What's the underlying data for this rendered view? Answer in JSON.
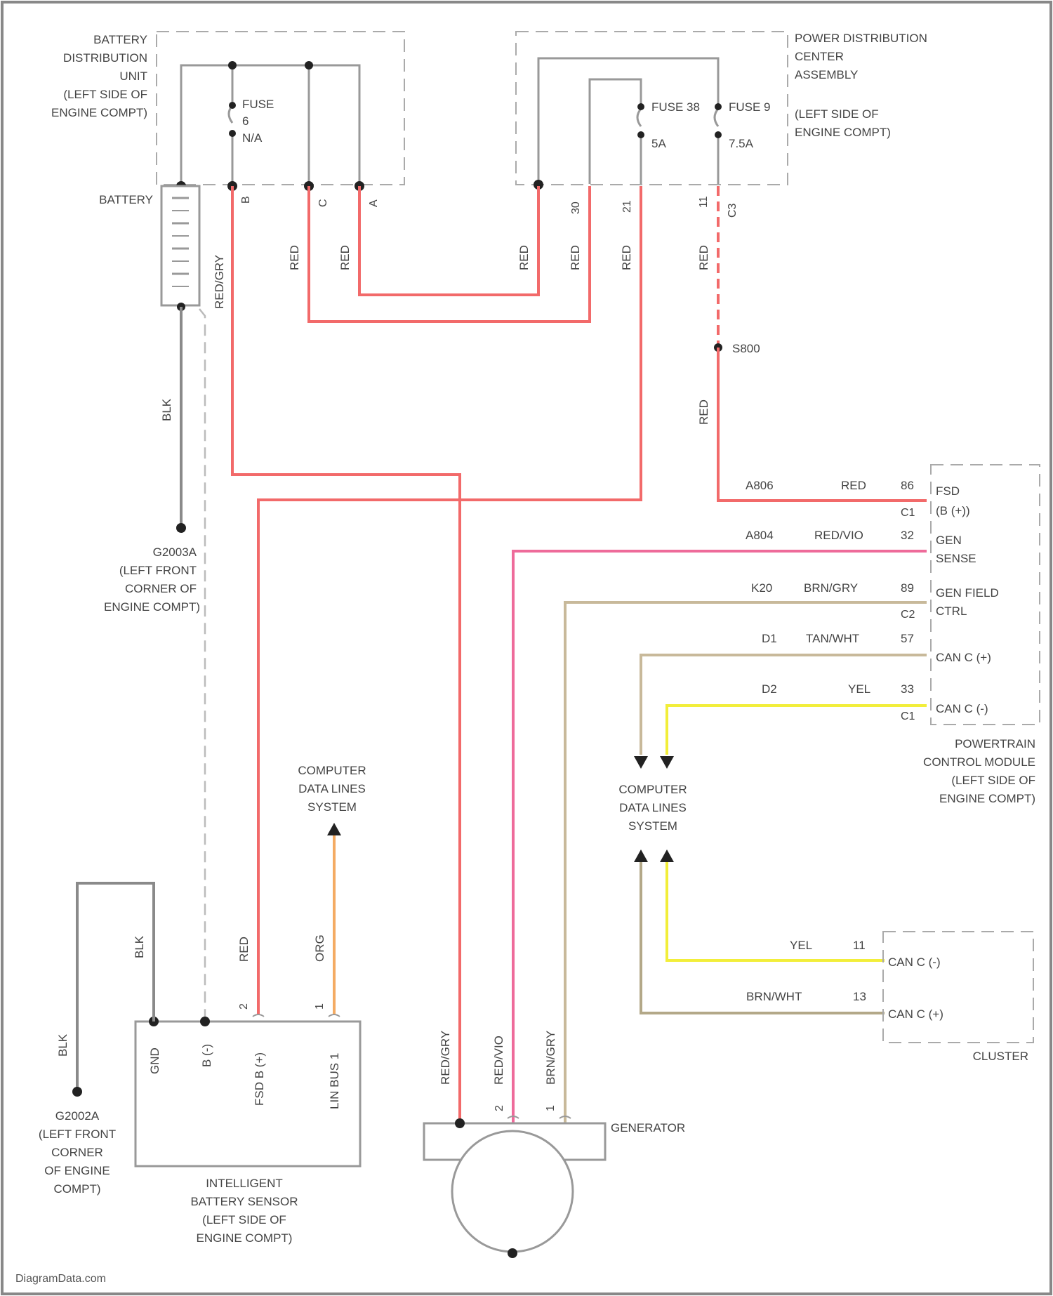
{
  "components": {
    "bdu": {
      "lines": [
        "BATTERY",
        "DISTRIBUTION",
        "UNIT",
        "(LEFT SIDE OF",
        "ENGINE COMPT)"
      ],
      "fuse": [
        "FUSE",
        "6",
        "N/A"
      ],
      "pins": [
        "B",
        "C",
        "A"
      ]
    },
    "battery": {
      "label": "BATTERY"
    },
    "pdc": {
      "lines": [
        "POWER DISTRIBUTION",
        "CENTER",
        "ASSEMBLY",
        "",
        "(LEFT SIDE OF",
        "ENGINE COMPT)"
      ],
      "fuse_a": {
        "name": "FUSE 38",
        "rating": "5A"
      },
      "fuse_b": {
        "name": "FUSE 9",
        "rating": "7.5A"
      },
      "pins": [
        "30",
        "21",
        "11",
        "C3"
      ]
    },
    "splice": {
      "label": "S800"
    },
    "ground_top": {
      "lines": [
        "G2003A",
        "(LEFT FRONT",
        "CORNER OF",
        "ENGINE COMPT)"
      ]
    },
    "ground_bottom": {
      "lines": [
        "G2002A",
        "(LEFT FRONT",
        "CORNER",
        "OF ENGINE",
        "COMPT)"
      ]
    },
    "pcm": {
      "title": [
        "POWERTRAIN",
        "CONTROL MODULE",
        "(LEFT SIDE OF",
        "ENGINE COMPT)"
      ],
      "pins": [
        {
          "circuit": "A806",
          "color": "RED",
          "pin": "86",
          "conn": "C1",
          "func": [
            "FSD",
            "(B (+))"
          ]
        },
        {
          "circuit": "A804",
          "color": "RED/VIO",
          "pin": "32",
          "conn": "",
          "func": [
            "GEN",
            "SENSE"
          ]
        },
        {
          "circuit": "K20",
          "color": "BRN/GRY",
          "pin": "89",
          "conn": "C2",
          "func": [
            "GEN FIELD",
            "CTRL"
          ]
        },
        {
          "circuit": "D1",
          "color": "TAN/WHT",
          "pin": "57",
          "conn": "",
          "func": [
            "CAN C (+)"
          ]
        },
        {
          "circuit": "D2",
          "color": "YEL",
          "pin": "33",
          "conn": "C1",
          "func": [
            "CAN C (-)"
          ]
        }
      ]
    },
    "cluster": {
      "label": "CLUSTER",
      "pins": [
        {
          "color": "YEL",
          "pin": "11",
          "func": "CAN C (-)"
        },
        {
          "color": "BRN/WHT",
          "pin": "13",
          "func": "CAN C (+)"
        }
      ]
    },
    "ibs": {
      "lines": [
        "INTELLIGENT",
        "BATTERY SENSOR",
        "(LEFT SIDE OF",
        "ENGINE COMPT)"
      ],
      "pins": [
        "GND",
        "B (-)",
        "FSD B (+)",
        "LIN BUS 1"
      ],
      "pin_numbers": [
        "2",
        "1"
      ]
    },
    "generator": {
      "label": "GENERATOR",
      "pin_numbers": [
        "2",
        "1"
      ]
    },
    "data_lines_top": [
      "COMPUTER",
      "DATA LINES",
      "SYSTEM"
    ],
    "data_lines_right": [
      "COMPUTER",
      "DATA LINES",
      "SYSTEM"
    ]
  },
  "wire_labels": {
    "red": "RED",
    "red_gry": "RED/GRY",
    "red_vio": "RED/VIO",
    "brn_gry": "BRN/GRY",
    "blk": "BLK",
    "org": "ORG"
  },
  "wire_colors": {
    "red": "#f26a6a",
    "pink": "#ee6b9a",
    "tan": "#c8b99a",
    "tan_dark": "#b3a888",
    "yellow": "#f2ee3a",
    "orange": "#f4ab63",
    "black": "#8a8a8a",
    "frame": "#a7a7a7"
  },
  "watermark": "DiagramData.com"
}
